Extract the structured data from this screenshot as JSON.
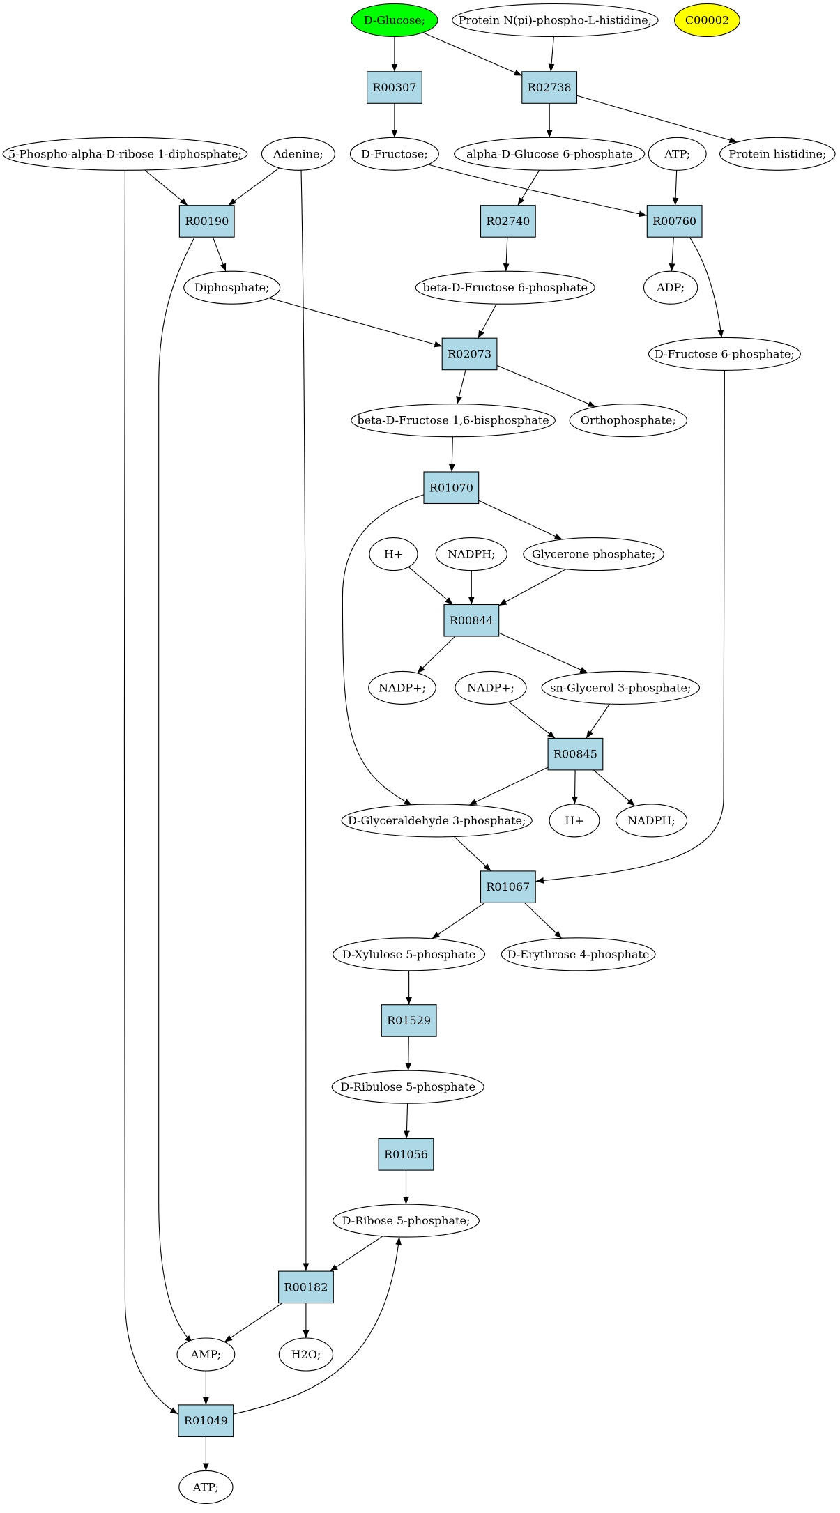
{
  "colors": {
    "reaction_fill": "#add8e6",
    "compound_fill": "#ffffff",
    "highlight_source": "#00ff00",
    "highlight_target": "#ffff00",
    "stroke": "#000000"
  },
  "nodes": [
    {
      "id": "glucose",
      "label": "D-Glucose;",
      "shape": "ellipse",
      "fill": "#00ff00"
    },
    {
      "id": "protein_nphos",
      "label": "Protein N(pi)-phospho-L-histidine;",
      "shape": "ellipse"
    },
    {
      "id": "c00002",
      "label": "C00002",
      "shape": "ellipse",
      "fill": "#ffff00"
    },
    {
      "id": "r00307",
      "label": "R00307",
      "shape": "box"
    },
    {
      "id": "r02738",
      "label": "R02738",
      "shape": "box"
    },
    {
      "id": "prpp",
      "label": "5-Phospho-alpha-D-ribose 1-diphosphate;",
      "shape": "ellipse"
    },
    {
      "id": "adenine",
      "label": "Adenine;",
      "shape": "ellipse"
    },
    {
      "id": "fructose",
      "label": "D-Fructose;",
      "shape": "ellipse"
    },
    {
      "id": "ag6p",
      "label": "alpha-D-Glucose 6-phosphate",
      "shape": "ellipse"
    },
    {
      "id": "atp_top",
      "label": "ATP;",
      "shape": "ellipse"
    },
    {
      "id": "protein_his",
      "label": "Protein histidine;",
      "shape": "ellipse"
    },
    {
      "id": "r00190",
      "label": "R00190",
      "shape": "box"
    },
    {
      "id": "r02740",
      "label": "R02740",
      "shape": "box"
    },
    {
      "id": "r00760",
      "label": "R00760",
      "shape": "box"
    },
    {
      "id": "diphosphate",
      "label": "Diphosphate;",
      "shape": "ellipse"
    },
    {
      "id": "bf6p",
      "label": "beta-D-Fructose 6-phosphate",
      "shape": "ellipse"
    },
    {
      "id": "adp",
      "label": "ADP;",
      "shape": "ellipse"
    },
    {
      "id": "r02073",
      "label": "R02073",
      "shape": "box"
    },
    {
      "id": "df6p",
      "label": "D-Fructose 6-phosphate;",
      "shape": "ellipse"
    },
    {
      "id": "bf16bp",
      "label": "beta-D-Fructose 1,6-bisphosphate",
      "shape": "ellipse"
    },
    {
      "id": "orthophosphate",
      "label": "Orthophosphate;",
      "shape": "ellipse"
    },
    {
      "id": "r01070",
      "label": "R01070",
      "shape": "box"
    },
    {
      "id": "hplus1",
      "label": "H+",
      "shape": "ellipse"
    },
    {
      "id": "nadph1",
      "label": "NADPH;",
      "shape": "ellipse"
    },
    {
      "id": "glycerone",
      "label": "Glycerone phosphate;",
      "shape": "ellipse"
    },
    {
      "id": "r00844",
      "label": "R00844",
      "shape": "box"
    },
    {
      "id": "nadp1",
      "label": "NADP+;",
      "shape": "ellipse"
    },
    {
      "id": "nadp2",
      "label": "NADP+;",
      "shape": "ellipse"
    },
    {
      "id": "snglycerol",
      "label": "sn-Glycerol 3-phosphate;",
      "shape": "ellipse"
    },
    {
      "id": "r00845",
      "label": "R00845",
      "shape": "box"
    },
    {
      "id": "g3p",
      "label": "D-Glyceraldehyde 3-phosphate;",
      "shape": "ellipse"
    },
    {
      "id": "hplus2",
      "label": "H+",
      "shape": "ellipse"
    },
    {
      "id": "nadph2",
      "label": "NADPH;",
      "shape": "ellipse"
    },
    {
      "id": "r01067",
      "label": "R01067",
      "shape": "box"
    },
    {
      "id": "xu5p",
      "label": "D-Xylulose 5-phosphate",
      "shape": "ellipse"
    },
    {
      "id": "e4p",
      "label": "D-Erythrose 4-phosphate",
      "shape": "ellipse"
    },
    {
      "id": "r01529",
      "label": "R01529",
      "shape": "box"
    },
    {
      "id": "ru5p",
      "label": "D-Ribulose 5-phosphate",
      "shape": "ellipse"
    },
    {
      "id": "r01056",
      "label": "R01056",
      "shape": "box"
    },
    {
      "id": "r5p",
      "label": "D-Ribose 5-phosphate;",
      "shape": "ellipse"
    },
    {
      "id": "r00182",
      "label": "R00182",
      "shape": "box"
    },
    {
      "id": "amp",
      "label": "AMP;",
      "shape": "ellipse"
    },
    {
      "id": "h2o",
      "label": "H2O;",
      "shape": "ellipse"
    },
    {
      "id": "r01049",
      "label": "R01049",
      "shape": "box"
    },
    {
      "id": "atp_bottom",
      "label": "ATP;",
      "shape": "ellipse"
    }
  ],
  "edges": [
    {
      "from": "glucose",
      "to": "r00307"
    },
    {
      "from": "glucose",
      "to": "r02738"
    },
    {
      "from": "protein_nphos",
      "to": "r02738"
    },
    {
      "from": "r00307",
      "to": "fructose"
    },
    {
      "from": "r02738",
      "to": "ag6p"
    },
    {
      "from": "r02738",
      "to": "protein_his"
    },
    {
      "from": "prpp",
      "to": "r00190"
    },
    {
      "from": "prpp",
      "to": "r01049"
    },
    {
      "from": "adenine",
      "to": "r00190"
    },
    {
      "from": "adenine",
      "to": "r00182"
    },
    {
      "from": "fructose",
      "to": "r00760"
    },
    {
      "from": "ag6p",
      "to": "r02740"
    },
    {
      "from": "atp_top",
      "to": "r00760"
    },
    {
      "from": "r00190",
      "to": "diphosphate"
    },
    {
      "from": "r00190",
      "to": "amp"
    },
    {
      "from": "r02740",
      "to": "bf6p"
    },
    {
      "from": "r00760",
      "to": "adp"
    },
    {
      "from": "r00760",
      "to": "df6p"
    },
    {
      "from": "diphosphate",
      "to": "r02073"
    },
    {
      "from": "bf6p",
      "to": "r02073"
    },
    {
      "from": "r02073",
      "to": "bf16bp"
    },
    {
      "from": "r02073",
      "to": "orthophosphate"
    },
    {
      "from": "df6p",
      "to": "r01067"
    },
    {
      "from": "bf16bp",
      "to": "r01070"
    },
    {
      "from": "r01070",
      "to": "glycerone"
    },
    {
      "from": "r01070",
      "to": "g3p"
    },
    {
      "from": "hplus1",
      "to": "r00844"
    },
    {
      "from": "nadph1",
      "to": "r00844"
    },
    {
      "from": "glycerone",
      "to": "r00844"
    },
    {
      "from": "r00844",
      "to": "nadp1"
    },
    {
      "from": "r00844",
      "to": "snglycerol"
    },
    {
      "from": "nadp2",
      "to": "r00845"
    },
    {
      "from": "snglycerol",
      "to": "r00845"
    },
    {
      "from": "r00845",
      "to": "g3p"
    },
    {
      "from": "r00845",
      "to": "hplus2"
    },
    {
      "from": "r00845",
      "to": "nadph2"
    },
    {
      "from": "g3p",
      "to": "r01067"
    },
    {
      "from": "r01067",
      "to": "xu5p"
    },
    {
      "from": "r01067",
      "to": "e4p"
    },
    {
      "from": "xu5p",
      "to": "r01529"
    },
    {
      "from": "r01529",
      "to": "ru5p"
    },
    {
      "from": "ru5p",
      "to": "r01056"
    },
    {
      "from": "r01056",
      "to": "r5p"
    },
    {
      "from": "r5p",
      "to": "r00182"
    },
    {
      "from": "r00182",
      "to": "amp"
    },
    {
      "from": "r00182",
      "to": "h2o"
    },
    {
      "from": "amp",
      "to": "r01049"
    },
    {
      "from": "r01049",
      "to": "atp_bottom"
    },
    {
      "from": "r01049",
      "to": "r5p"
    }
  ]
}
